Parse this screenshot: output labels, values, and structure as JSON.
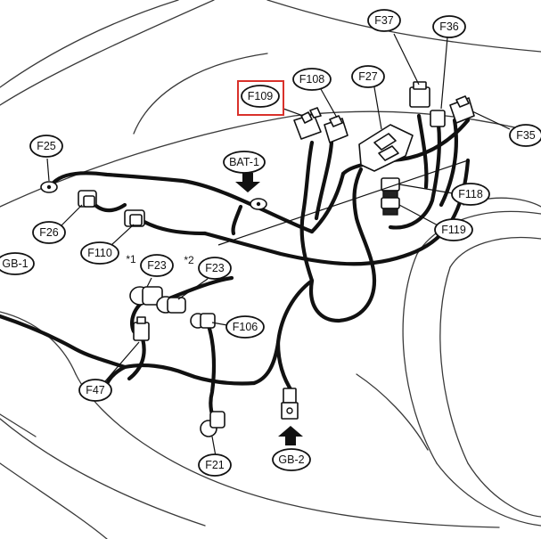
{
  "labels": [
    {
      "id": "F109",
      "text": "F109",
      "highlighted": true
    },
    {
      "id": "F108",
      "text": "F108"
    },
    {
      "id": "F27",
      "text": "F27"
    },
    {
      "id": "F37",
      "text": "F37"
    },
    {
      "id": "F36",
      "text": "F36"
    },
    {
      "id": "F35",
      "text": "F35"
    },
    {
      "id": "F118",
      "text": "F118"
    },
    {
      "id": "F119",
      "text": "F119"
    },
    {
      "id": "F25",
      "text": "F25"
    },
    {
      "id": "BAT-1",
      "text": "BAT-1"
    },
    {
      "id": "F26",
      "text": "F26"
    },
    {
      "id": "F110",
      "text": "F110"
    },
    {
      "id": "GB-1",
      "text": "GB-1"
    },
    {
      "id": "F23a",
      "text": "F23"
    },
    {
      "id": "F23b",
      "text": "F23"
    },
    {
      "id": "F106",
      "text": "F106"
    },
    {
      "id": "F47",
      "text": "F47"
    },
    {
      "id": "F21",
      "text": "F21"
    },
    {
      "id": "GB-2",
      "text": "GB-2"
    }
  ],
  "marks": {
    "star1": "*1",
    "star2": "*2"
  },
  "colors": {
    "highlight": "#d9312b",
    "ink": "#111111"
  }
}
